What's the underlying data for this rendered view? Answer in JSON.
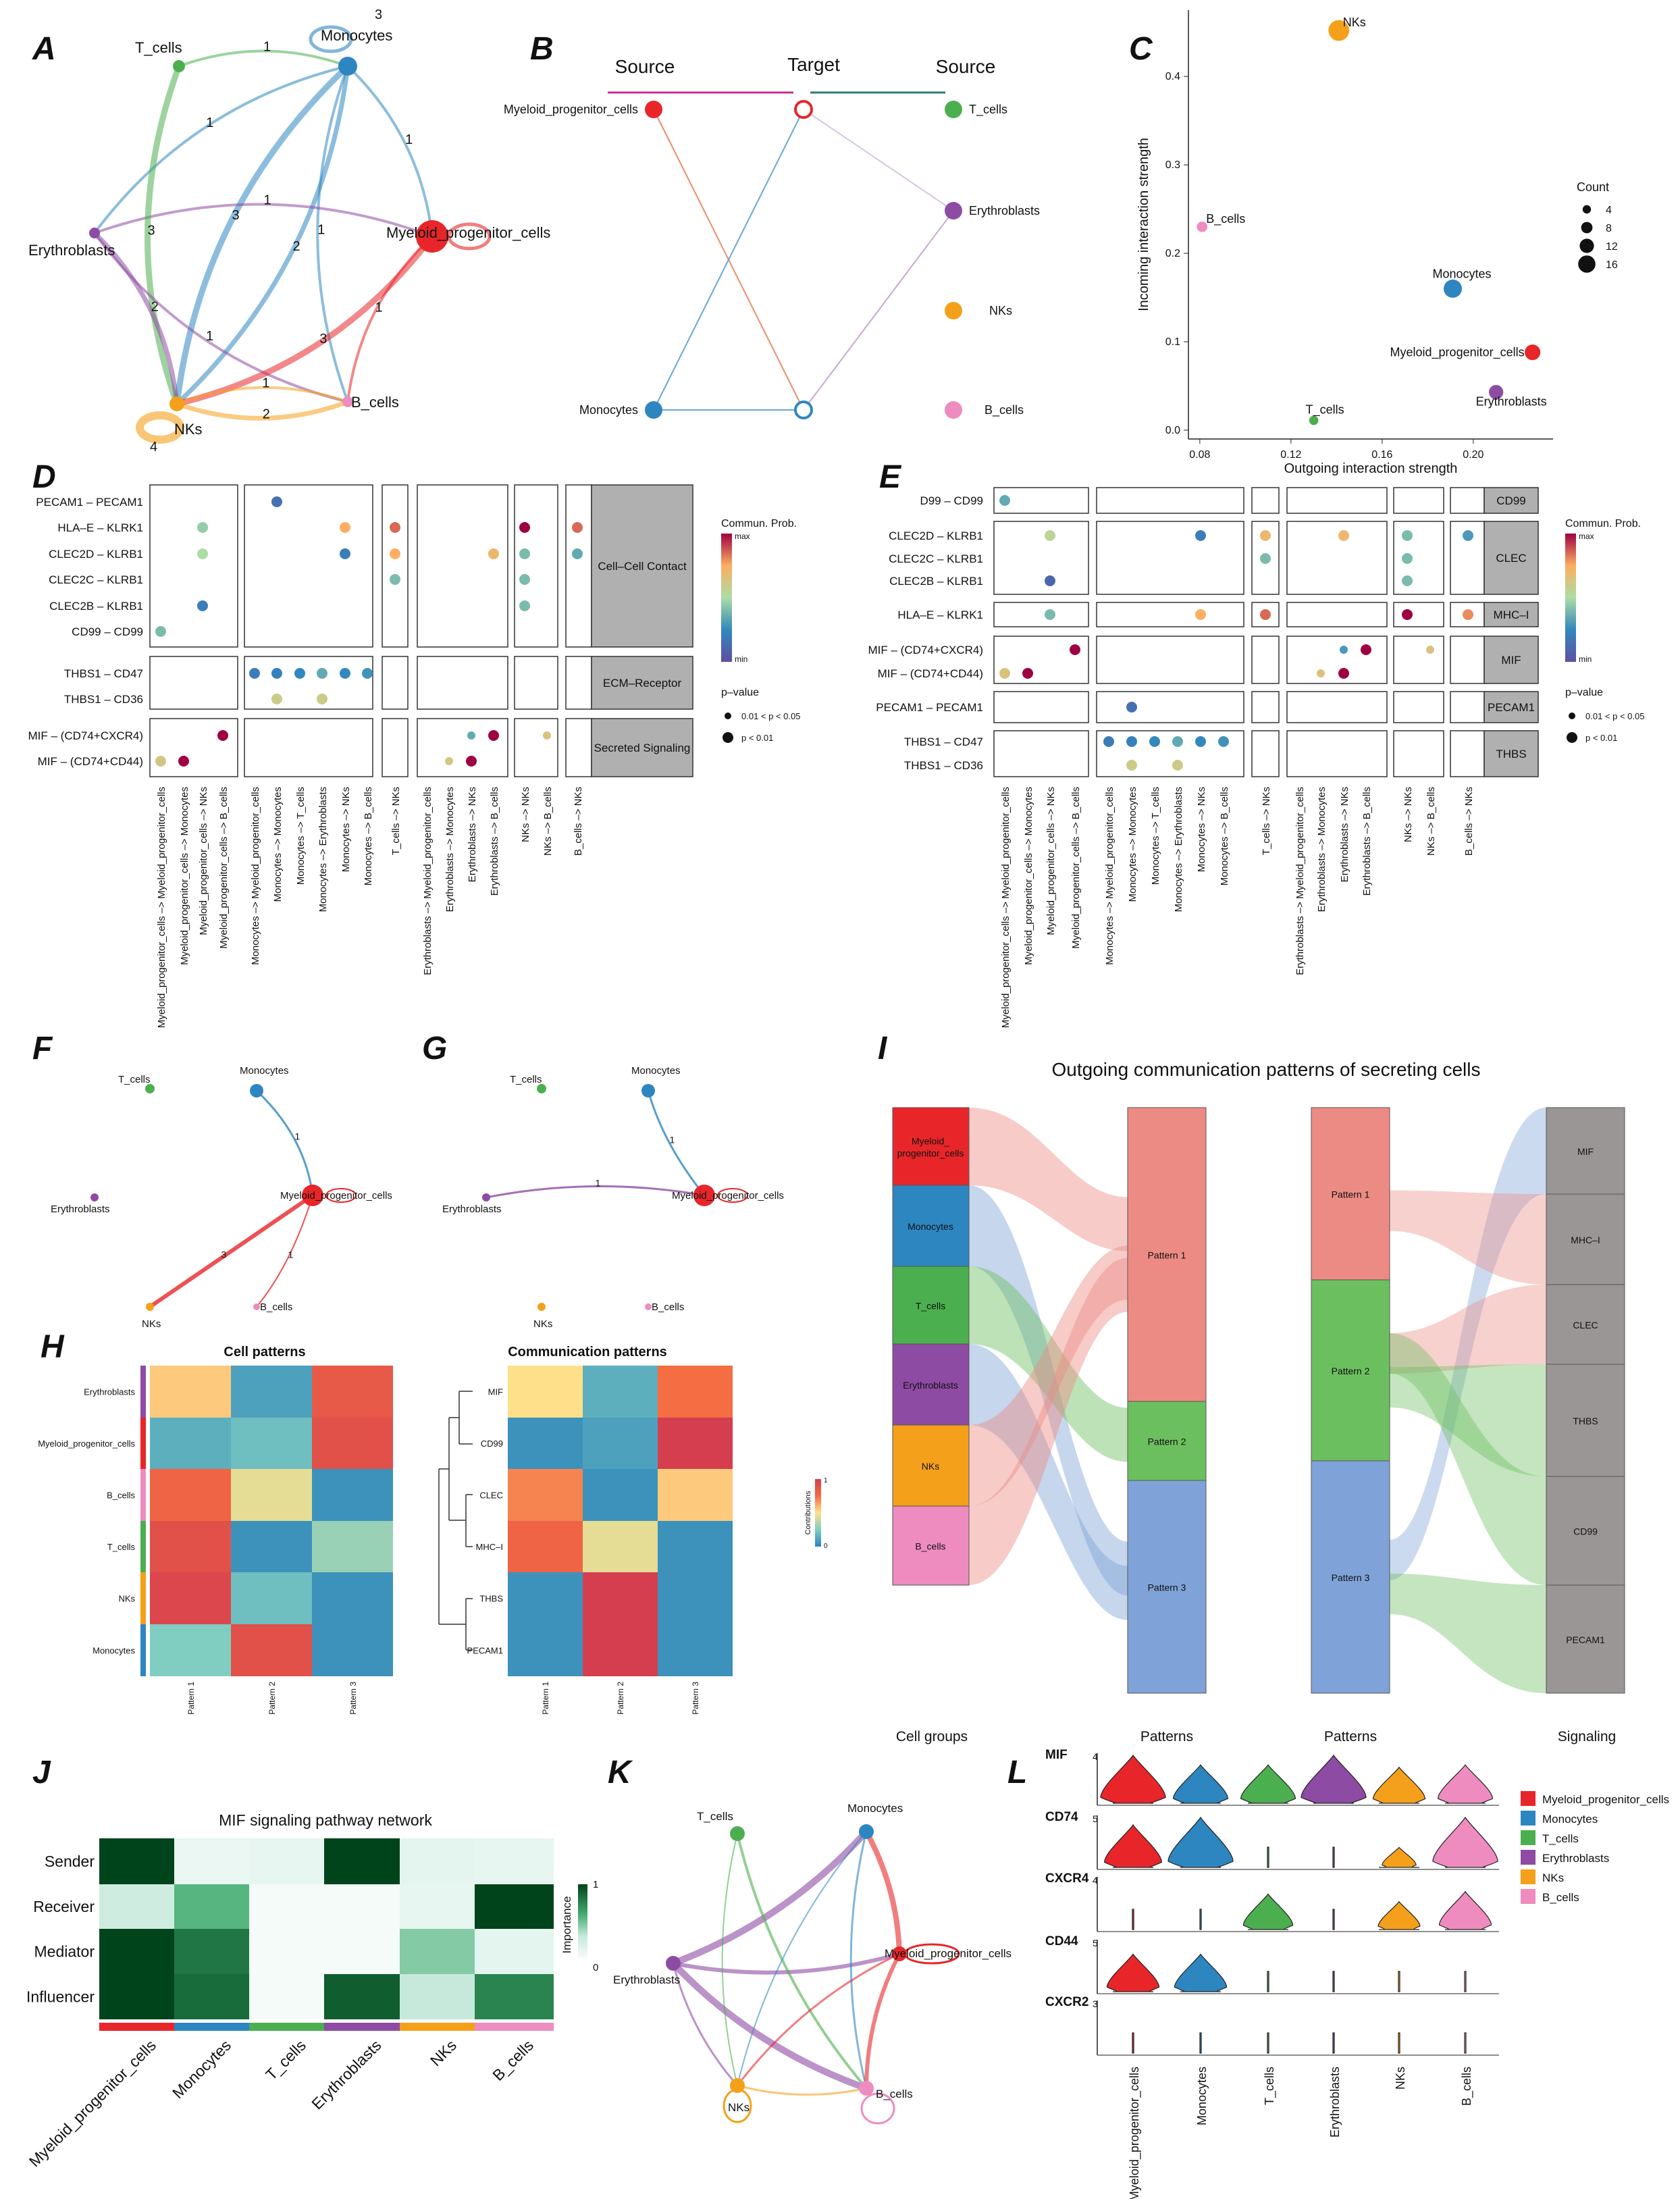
{
  "panels": {
    "A": "A",
    "B": "B",
    "C": "C",
    "D": "D",
    "E": "E",
    "F": "F",
    "G": "G",
    "H": "H",
    "I": "I",
    "J": "J",
    "K": "K",
    "L": "L"
  },
  "colors": {
    "Myeloid_progenitor_cells": "#e8262a",
    "Monocytes": "#2e86c1",
    "T_cells": "#4caf4f",
    "Erythroblasts": "#8e4ba3",
    "NKs": "#f5a01a",
    "B_cells": "#ee8cc0"
  },
  "cells": [
    "Myeloid_progenitor_cells",
    "Monocytes",
    "T_cells",
    "Erythroblasts",
    "NKs",
    "B_cells"
  ],
  "cell_labels": {
    "Myeloid_progenitor_cells": "Myeloid_progenitor_cells",
    "Monocytes": "Monocytes",
    "T_cells": "T_cells",
    "Erythroblasts": "Erythroblasts",
    "NKs": "NKs",
    "B_cells": "B_cells"
  },
  "panelA": {
    "edges": [
      {
        "from": "T_cells",
        "to": "Monocytes",
        "label": "1"
      },
      {
        "from": "Monocytes",
        "to": "Erythroblasts",
        "label": "1"
      },
      {
        "from": "Monocytes",
        "to": "NKs",
        "label": "2"
      },
      {
        "from": "Monocytes",
        "to": "NKs",
        "label": "3"
      },
      {
        "from": "Monocytes",
        "to": "Myeloid_progenitor_cells",
        "label": "1"
      },
      {
        "from": "Monocytes",
        "to": "B_cells",
        "label": "1"
      },
      {
        "from": "Erythroblasts",
        "to": "Myeloid_progenitor_cells",
        "label": "1"
      },
      {
        "from": "T_cells",
        "to": "NKs",
        "label": "3"
      },
      {
        "from": "Erythroblasts",
        "to": "NKs",
        "label": "2"
      },
      {
        "from": "Erythroblasts",
        "to": "B_cells",
        "label": "1"
      },
      {
        "from": "Myeloid_progenitor_cells",
        "to": "NKs",
        "label": "3"
      },
      {
        "from": "Myeloid_progenitor_cells",
        "to": "B_cells",
        "label": "1"
      },
      {
        "from": "NKs",
        "to": "B_cells",
        "label": "1"
      },
      {
        "from": "NKs",
        "to": "B_cells",
        "label": "2"
      }
    ],
    "self_loops": [
      {
        "node": "Monocytes",
        "label": "3"
      },
      {
        "node": "NKs",
        "label": "4"
      },
      {
        "node": "Myeloid_progenitor_cells",
        "label": ""
      }
    ]
  },
  "panelB": {
    "source_left": "Source",
    "target": "Target",
    "source_right": "Source",
    "left_nodes": [
      "Myeloid_progenitor_cells",
      "Monocytes"
    ],
    "right_nodes": [
      "T_cells",
      "Erythroblasts",
      "NKs",
      "B_cells"
    ]
  },
  "panelC": {
    "chart_data": {
      "type": "scatter",
      "xlabel": "Outgoing interaction strength",
      "ylabel": "Incoming interaction strength",
      "xlim": [
        0.075,
        0.235
      ],
      "ylim": [
        -0.01,
        0.475
      ],
      "xticks": [
        "0.08",
        "0.12",
        "0.16",
        "0.20"
      ],
      "yticks": [
        "0.0",
        "0.1",
        "0.2",
        "0.3",
        "0.4"
      ],
      "size_legend_title": "Count",
      "size_legend": [
        "4",
        "8",
        "12",
        "16"
      ],
      "points": [
        {
          "name": "NKs",
          "x": 0.141,
          "y": 0.452,
          "count": 12
        },
        {
          "name": "B_cells",
          "x": 0.081,
          "y": 0.23,
          "count": 4
        },
        {
          "name": "Monocytes",
          "x": 0.191,
          "y": 0.16,
          "count": 10
        },
        {
          "name": "Myeloid_progenitor_cells",
          "x": 0.226,
          "y": 0.088,
          "count": 8
        },
        {
          "name": "Erythroblasts",
          "x": 0.21,
          "y": 0.043,
          "count": 7
        },
        {
          "name": "T_cells",
          "x": 0.13,
          "y": 0.011,
          "count": 3
        }
      ]
    }
  },
  "panelD": {
    "rows": [
      "PECAM1 – PECAM1",
      "HLA–E – KLRK1",
      "CLEC2D – KLRB1",
      "CLEC2C – KLRB1",
      "CLEC2B – KLRB1",
      "CD99 – CD99",
      "THBS1 – CD47",
      "THBS1 – CD36",
      "MIF – (CD74+CXCR4)",
      "MIF – (CD74+CD44)"
    ],
    "groups": [
      "Cell–Cell Contact",
      "ECM–Receptor",
      "Secreted Signaling"
    ],
    "cols": [
      "Myeloid_progenitor_cells –> Myeloid_progenitor_cells",
      "Myeloid_progenitor_cells –> Monocytes",
      "Myeloid_progenitor_cells –> NKs",
      "Myeloid_progenitor_cells –> B_cells",
      "Monocytes –> Myeloid_progenitor_cells",
      "Monocytes –> Monocytes",
      "Monocytes –> T_cells",
      "Monocytes –> Erythroblasts",
      "Monocytes –> NKs",
      "Monocytes –> B_cells",
      "T_cells –> NKs",
      "Erythroblasts –> Myeloid_progenitor_cells",
      "Erythroblasts –> Monocytes",
      "Erythroblasts –> NKs",
      "Erythroblasts –> B_cells",
      "NKs –> NKs",
      "NKs –> B_cells",
      "B_cells –> NKs"
    ],
    "legend_title": "Commun. Prob.",
    "legend_max": "max",
    "legend_min": "min",
    "pval_title": "p–value",
    "pval_1": "0.01 < p < 0.05",
    "pval_2": "p < 0.01"
  },
  "panelE": {
    "rows": [
      "D99 – CD99",
      "CLEC2D – KLRB1",
      "CLEC2C – KLRB1",
      "CLEC2B – KLRB1",
      "HLA–E – KLRK1",
      "MIF – (CD74+CXCR4)",
      "MIF – (CD74+CD44)",
      "PECAM1 – PECAM1",
      "THBS1 – CD47",
      "THBS1 – CD36"
    ],
    "groups": [
      "CD99",
      "CLEC",
      "MHC–I",
      "MIF",
      "PECAM1",
      "THBS"
    ],
    "legend_title": "Commun. Prob.",
    "legend_max": "max",
    "legend_min": "min",
    "pval_title": "p–value",
    "pval_1": "0.01 < p < 0.05",
    "pval_2": "p < 0.01"
  },
  "panelF": {
    "edge_labels": [
      "1",
      "1",
      "3"
    ]
  },
  "panelG": {
    "edge_labels": [
      "1",
      "1"
    ]
  },
  "panelH": {
    "title_left": "Cell patterns",
    "title_right": "Communication patterns",
    "left_rows": [
      "Erythroblasts",
      "Myeloid_progenitor_cells",
      "B_cells",
      "T_cells",
      "NKs",
      "Monocytes"
    ],
    "right_rows": [
      "MIF",
      "CD99",
      "CLEC",
      "MHC–I",
      "THBS",
      "PECAM1"
    ],
    "patterns": [
      "Pattern 1",
      "Pattern 2",
      "Pattern 3"
    ],
    "contrib_label": "Contributions",
    "contrib_max": "1",
    "contrib_min": "0",
    "left_values": [
      [
        0.55,
        0.1,
        0.85
      ],
      [
        0.15,
        0.2,
        0.9
      ],
      [
        0.8,
        0.45,
        0.05
      ],
      [
        0.9,
        0.05,
        0.3
      ],
      [
        0.95,
        0.2,
        0.05
      ],
      [
        0.25,
        0.9,
        0.05
      ]
    ],
    "right_values": [
      [
        0.5,
        0.15,
        0.75
      ],
      [
        0.05,
        0.1,
        1.0
      ],
      [
        0.7,
        0.05,
        0.55
      ],
      [
        0.8,
        0.45,
        0.05
      ],
      [
        0.05,
        1.0,
        0.05
      ],
      [
        0.05,
        1.0,
        0.05
      ]
    ]
  },
  "panelI": {
    "title": "Outgoing communication patterns of secreting cells",
    "bottom_labels": [
      "Cell groups",
      "Patterns",
      "Patterns",
      "Signaling"
    ],
    "cell_group_labels": [
      "Myeloid_\nprogenitor_cells",
      "Monocytes",
      "T_cells",
      "Erythroblasts",
      "NKs",
      "B_cells"
    ],
    "patterns": [
      "Pattern 1",
      "Pattern 2",
      "Pattern 3"
    ],
    "signals": [
      "MIF",
      "MHC–I",
      "CLEC",
      "THBS",
      "CD99",
      "PECAM1"
    ]
  },
  "panelJ": {
    "title": "MIF signaling pathway network",
    "rows": [
      "Sender",
      "Receiver",
      "Mediator",
      "Influencer"
    ],
    "cols": [
      "Myeloid_progenitor_cells",
      "Monocytes",
      "T_cells",
      "Erythroblasts",
      "NKs",
      "B_cells"
    ],
    "legend_title": "Importance",
    "legend_max": "1",
    "legend_min": "0",
    "values": [
      [
        1.0,
        0.08,
        0.1,
        1.0,
        0.12,
        0.1
      ],
      [
        0.25,
        0.55,
        0.02,
        0.02,
        0.1,
        1.0
      ],
      [
        1.0,
        0.8,
        0.02,
        0.02,
        0.45,
        0.12
      ],
      [
        1.0,
        0.85,
        0.02,
        0.9,
        0.3,
        0.75
      ]
    ]
  },
  "panelK": {},
  "panelL": {
    "genes": [
      "MIF",
      "CD74",
      "CXCR4",
      "CD44",
      "CXCR2"
    ],
    "ymax": [
      "4",
      "5",
      "4",
      "5",
      "3"
    ],
    "legend": [
      "Myeloid_progenitor_cells",
      "Monocytes",
      "T_cells",
      "Erythroblasts",
      "NKs",
      "B_cells"
    ],
    "expr": [
      [
        1,
        0.8,
        0.8,
        1,
        0.75,
        0.8
      ],
      [
        0.85,
        1,
        0,
        0,
        0.4,
        1
      ],
      [
        0,
        0,
        0.7,
        0,
        0.55,
        0.75
      ],
      [
        0.75,
        0.75,
        0,
        0,
        0,
        0
      ],
      [
        0,
        0,
        0,
        0,
        0,
        0
      ]
    ]
  }
}
